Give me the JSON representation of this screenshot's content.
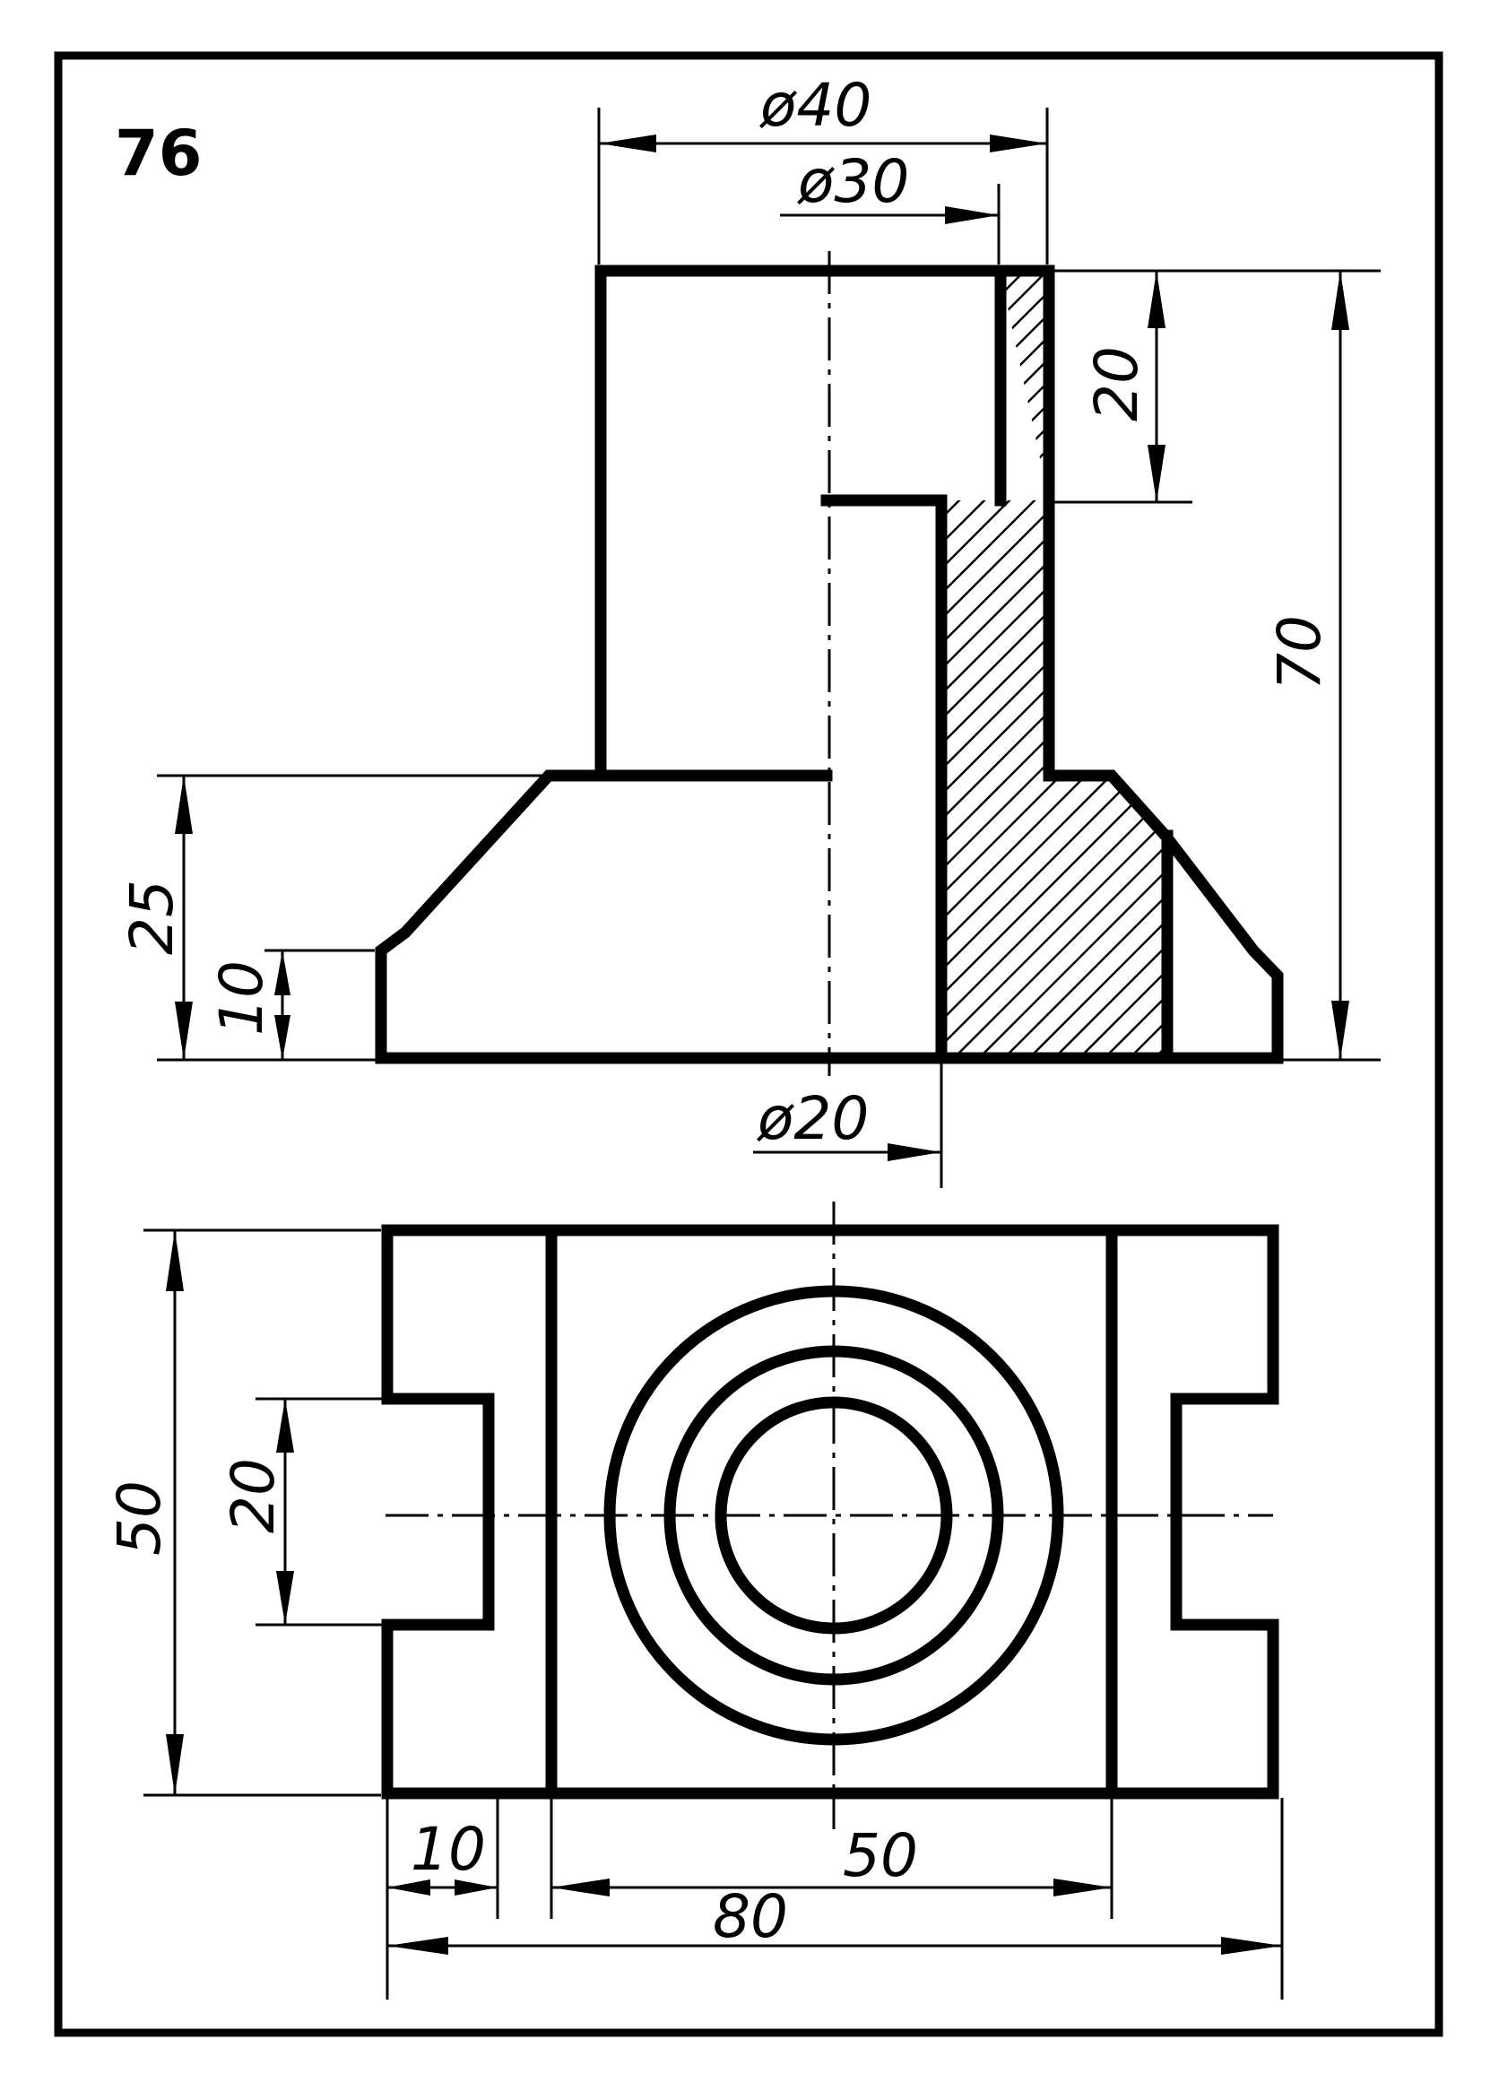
{
  "drawing": {
    "number": "76",
    "ink_color": "#000000",
    "paper_color": "#ffffff"
  },
  "dimensions": {
    "dia_40": "ø40",
    "dia_30": "ø30",
    "dia_20": "ø20",
    "height_20": "20",
    "height_70": "70",
    "height_25": "25",
    "height_10": "10",
    "depth_50": "50",
    "slot_20": "20",
    "wall_10": "10",
    "inner_50": "50",
    "width_80": "80"
  }
}
